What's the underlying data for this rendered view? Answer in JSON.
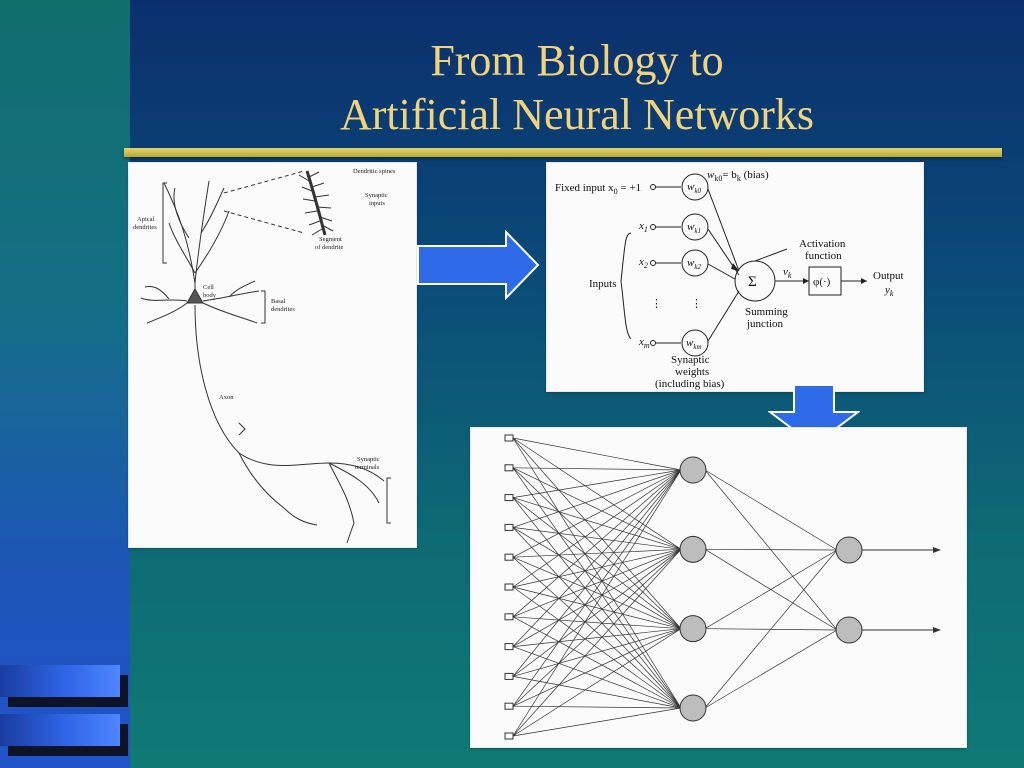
{
  "slide": {
    "title_line1": "From Biology to",
    "title_line2": "Artificial Neural Networks",
    "colors": {
      "title": "#F0D37A",
      "rule": "#D8CA5A",
      "arrow_fill": "#2F6BE8",
      "left_strip_top": "#0F6F6B",
      "left_strip_bottom": "#2154C9"
    }
  },
  "neuron_figure": {
    "labels": {
      "dendritic_spines": "Dendritic spines",
      "synaptic_inputs_line1": "Synaptic",
      "synaptic_inputs_line2": "inputs",
      "segment_line1": "Segment",
      "segment_line2": "of dendrite",
      "apical_line1": "Apical",
      "apical_line2": "dendrites",
      "cell_body_line1": "Cell",
      "cell_body_line2": "body",
      "basal_line1": "Basal",
      "basal_line2": "dendrites",
      "axon": "Axon",
      "synaptic_terminals_line1": "Synaptic",
      "synaptic_terminals_line2": "terminals"
    }
  },
  "model_figure": {
    "labels": {
      "bias_eq": "w",
      "bias_eq_sub": "k0",
      "bias_eq_rest": "= b",
      "bias_eq_rest_sub": "k",
      "bias_eq_tail": " (bias)",
      "fixed_input": "Fixed input x",
      "fixed_input_sub": "0",
      "fixed_input_rest": " = +1",
      "inputs": "Inputs",
      "x1": "x",
      "x1_sub": "1",
      "x2": "x",
      "x2_sub": "2",
      "xm": "x",
      "xm_sub": "m",
      "w_k0": "w",
      "w_k0_sub": "k0",
      "w_k1": "w",
      "w_k1_sub": "k1",
      "w_k2": "w",
      "w_k2_sub": "k2",
      "w_km": "w",
      "w_km_sub": "km",
      "sigma": "Σ",
      "v_k": "v",
      "v_k_sub": "k",
      "phi": "φ(·)",
      "activation_line1": "Activation",
      "activation_line2": "function",
      "output_line1": "Output",
      "output_y": "y",
      "output_y_sub": "k",
      "summing_line1": "Summing",
      "summing_line2": "junction",
      "synaptic_line1": "Synaptic",
      "synaptic_line2": "weights",
      "synaptic_line3": "(including bias)",
      "dots": "⋮"
    }
  },
  "network_figure": {
    "input_nodes": 11,
    "hidden_nodes": 4,
    "output_nodes": 2
  }
}
